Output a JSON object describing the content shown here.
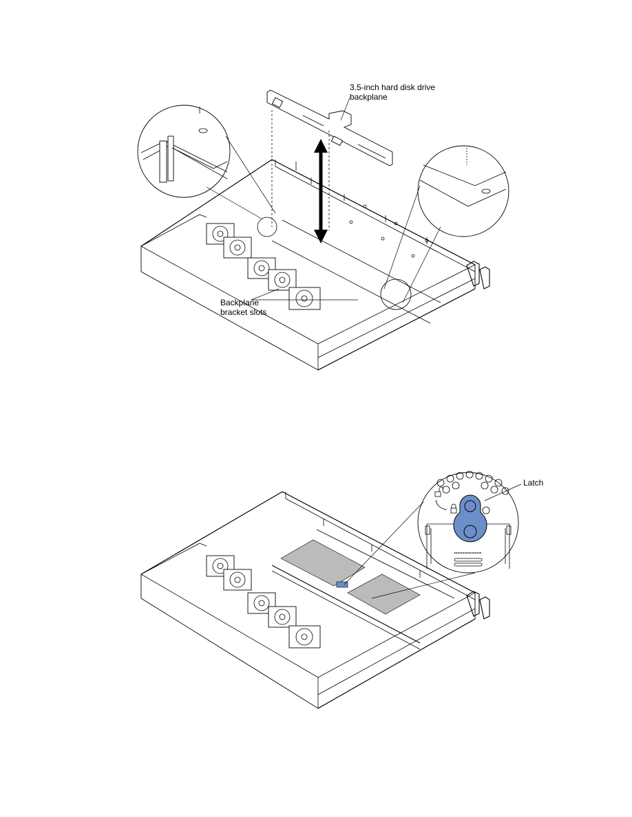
{
  "figure_top": {
    "callouts": [
      {
        "lines": [
          "3.5-inch hard disk drive",
          "backplane"
        ]
      },
      {
        "lines": [
          "Backplane",
          "bracket slots"
        ]
      }
    ]
  },
  "figure_bottom": {
    "callouts": [
      {
        "lines": [
          "Latch"
        ]
      }
    ],
    "latch_color": "#6b8fc9"
  }
}
